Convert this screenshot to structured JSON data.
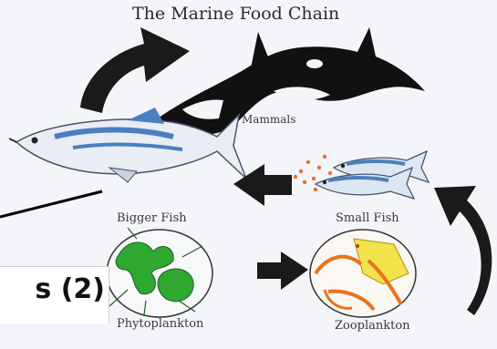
{
  "title": "The Marine Food Chain",
  "nodes": {
    "mammals": "Mammals",
    "bigger_fish": "Bigger Fish",
    "small_fish": "Small Fish",
    "phytoplankton": "Phytoplankton",
    "zooplankton": "Zooplankton"
  },
  "overlay": {
    "text": "s (2)"
  },
  "colors": {
    "background": "#f4f5f8",
    "orca": "#111111",
    "arrow": "#1a1a1a",
    "fish_blue": "#4a7fc0",
    "fish_body": "#e9edf4",
    "phyto_green": "#2fa82f",
    "zoo_yellow": "#f2e34a",
    "zoo_orange": "#e8731e",
    "speckle": "#e8732a"
  },
  "icons": [
    "orca-icon",
    "bigger-fish-icon",
    "small-fish-icon",
    "phytoplankton-icon",
    "zooplankton-icon",
    "arrow-icon"
  ]
}
